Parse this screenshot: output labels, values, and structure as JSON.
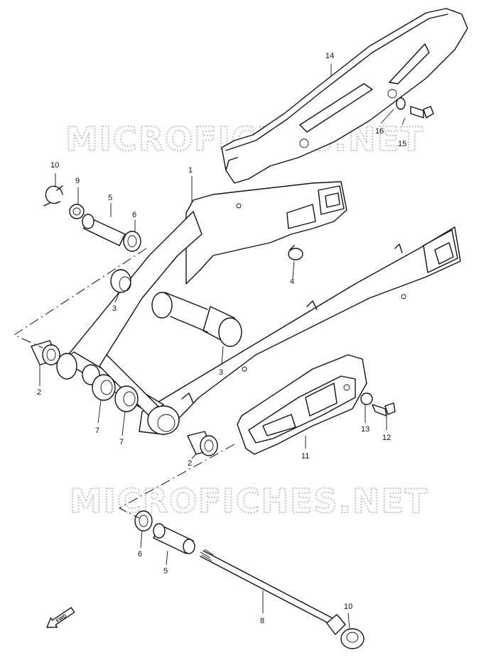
{
  "watermark": "MICROFICHES.NET",
  "fwd_label": "FWD",
  "callouts": {
    "c1": "1",
    "c2a": "2",
    "c2b": "2",
    "c3a": "3",
    "c3b": "3",
    "c4": "4",
    "c5a": "5",
    "c5b": "5",
    "c6a": "6",
    "c6b": "6",
    "c7a": "7",
    "c7b": "7",
    "c8": "8",
    "c9": "9",
    "c10a": "10",
    "c10b": "10",
    "c11": "11",
    "c12": "12",
    "c13": "13",
    "c14": "14",
    "c15": "15",
    "c16": "16"
  }
}
